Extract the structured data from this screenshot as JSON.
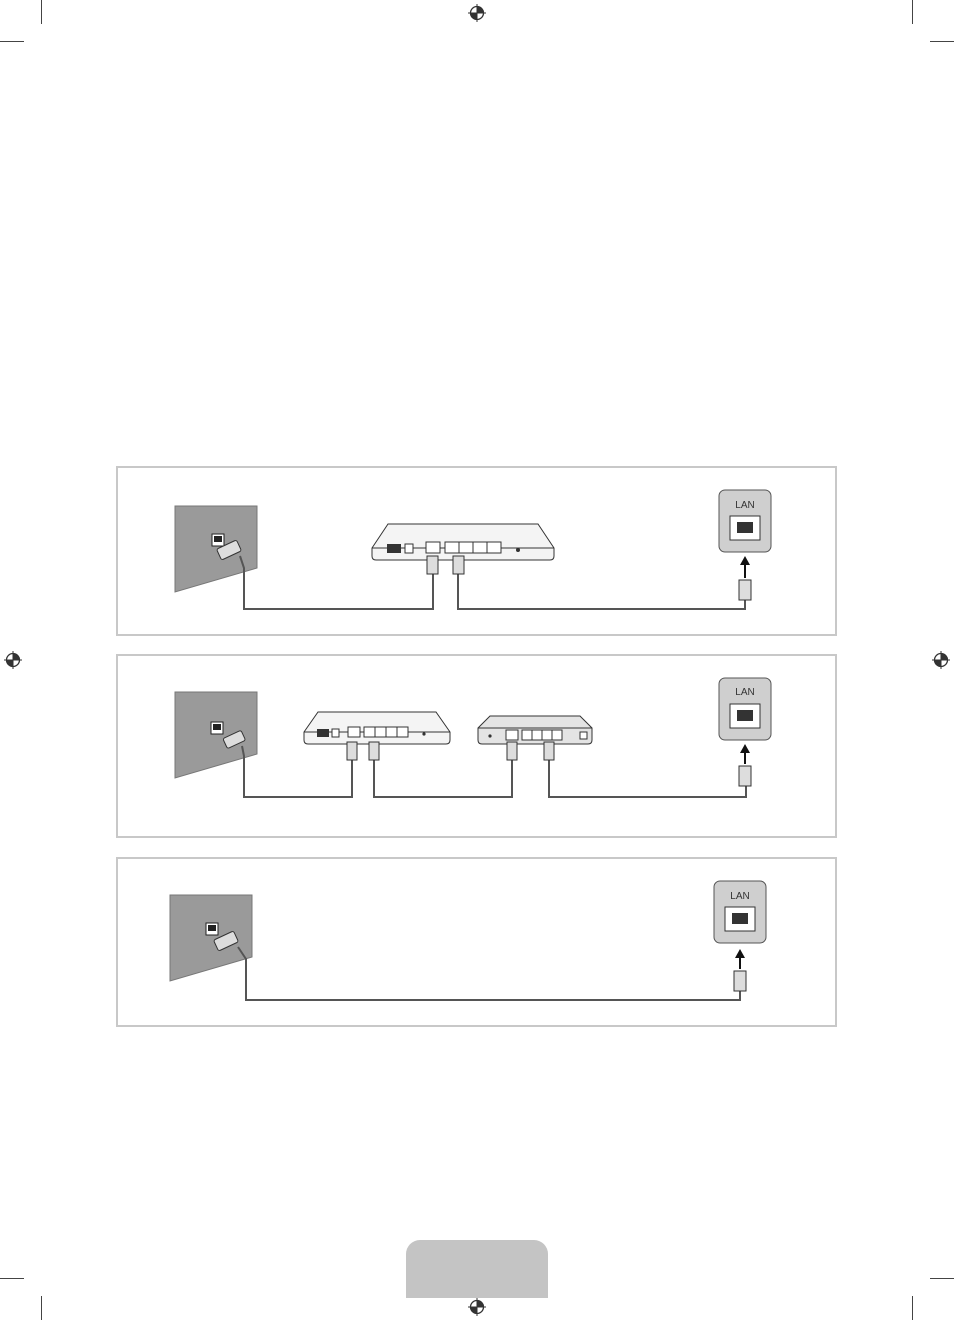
{
  "panels": [
    {
      "id": "modem-direct",
      "lan_label": "LAN"
    },
    {
      "id": "modem-router",
      "lan_label": "LAN"
    },
    {
      "id": "wall-direct",
      "lan_label": "LAN"
    }
  ],
  "colors": {
    "wall": "#9a9a9a",
    "cable": "#555555",
    "panel_border": "#c8c8c8",
    "port_box": "#cfcfcf",
    "page_tab": "#c4c4c4"
  }
}
